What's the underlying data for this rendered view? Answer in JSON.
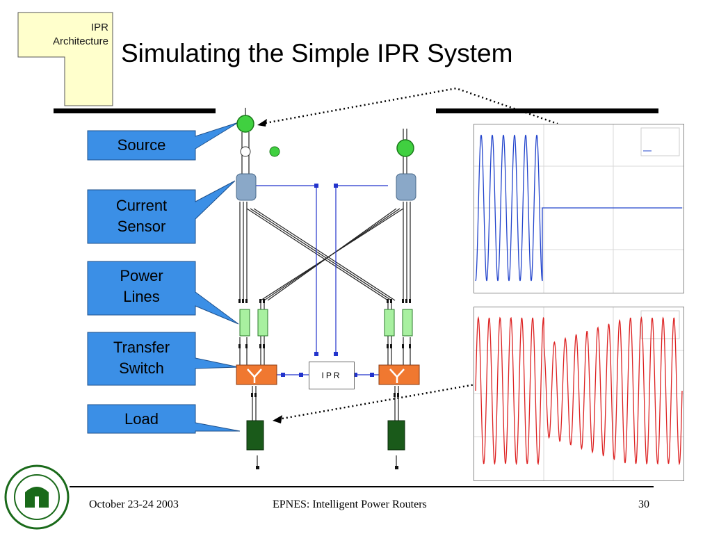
{
  "header": {
    "section_tag": [
      "IPR",
      "Architecture"
    ],
    "title": "Simulating the Simple IPR System"
  },
  "callouts": {
    "source": "Source",
    "current_sensor": [
      "Current",
      "Sensor"
    ],
    "power_lines": [
      "Power",
      "Lines"
    ],
    "transfer_switch": [
      "Transfer",
      "Switch"
    ],
    "load": "Load"
  },
  "diagram": {
    "ipr_label": "IPR"
  },
  "footer": {
    "date": "October 23-24 2003",
    "event": "EPNES: Intelligent Power Routers",
    "page": "30"
  },
  "colors": {
    "callout_fill": "#3b8fe6",
    "tag_fill": "#ffffcc",
    "switch_fill": "#f07830",
    "sensor_fill": "#8aa8c8",
    "line_fill": "#a8f0a0",
    "source_fill": "#40d040",
    "load_fill": "#1a5a1a",
    "blue_wave": "#2244cc",
    "red_wave": "#dd2222"
  }
}
